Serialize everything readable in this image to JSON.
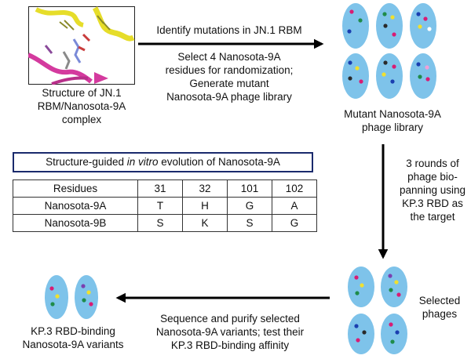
{
  "structure_caption": [
    "Structure of JN.1",
    "RBM/Nanosota-9A",
    "complex"
  ],
  "step1": {
    "title": "Identify mutations in JN.1 RBM",
    "desc": [
      "Select 4 Nanosota-9A",
      "residues for randomization;",
      "Generate mutant",
      "Nanosota-9A phage library"
    ]
  },
  "library_caption": [
    "Mutant Nanosota-9A",
    "phage library"
  ],
  "step2": [
    "3 rounds of",
    "phage bio-",
    "panning using",
    "KP.3 RBD as",
    "the target"
  ],
  "selected_caption": [
    "Selected",
    "phages"
  ],
  "step3": [
    "Sequence and purify selected",
    "Nanosota-9A variants; test their",
    "KP.3 RBD-binding affinity"
  ],
  "final_caption": [
    "KP.3 RBD-binding",
    "Nanosota-9A variants"
  ],
  "evolution_title": {
    "pre": "Structure-guided ",
    "em": "in vitro",
    "post": " evolution of Nanosota-9A"
  },
  "table": {
    "header": [
      "Residues",
      "31",
      "32",
      "101",
      "102"
    ],
    "rows": [
      [
        "Nanosota-9A",
        "T",
        "H",
        "G",
        "A"
      ],
      [
        "Nanosota-9B",
        "S",
        "K",
        "S",
        "G"
      ]
    ]
  },
  "colors": {
    "phage_fill": "#7ec3ea",
    "ribbon_magenta": "#d43a9e",
    "ribbon_yellow": "#f1ea3c",
    "title_border": "#1a2a6c"
  }
}
